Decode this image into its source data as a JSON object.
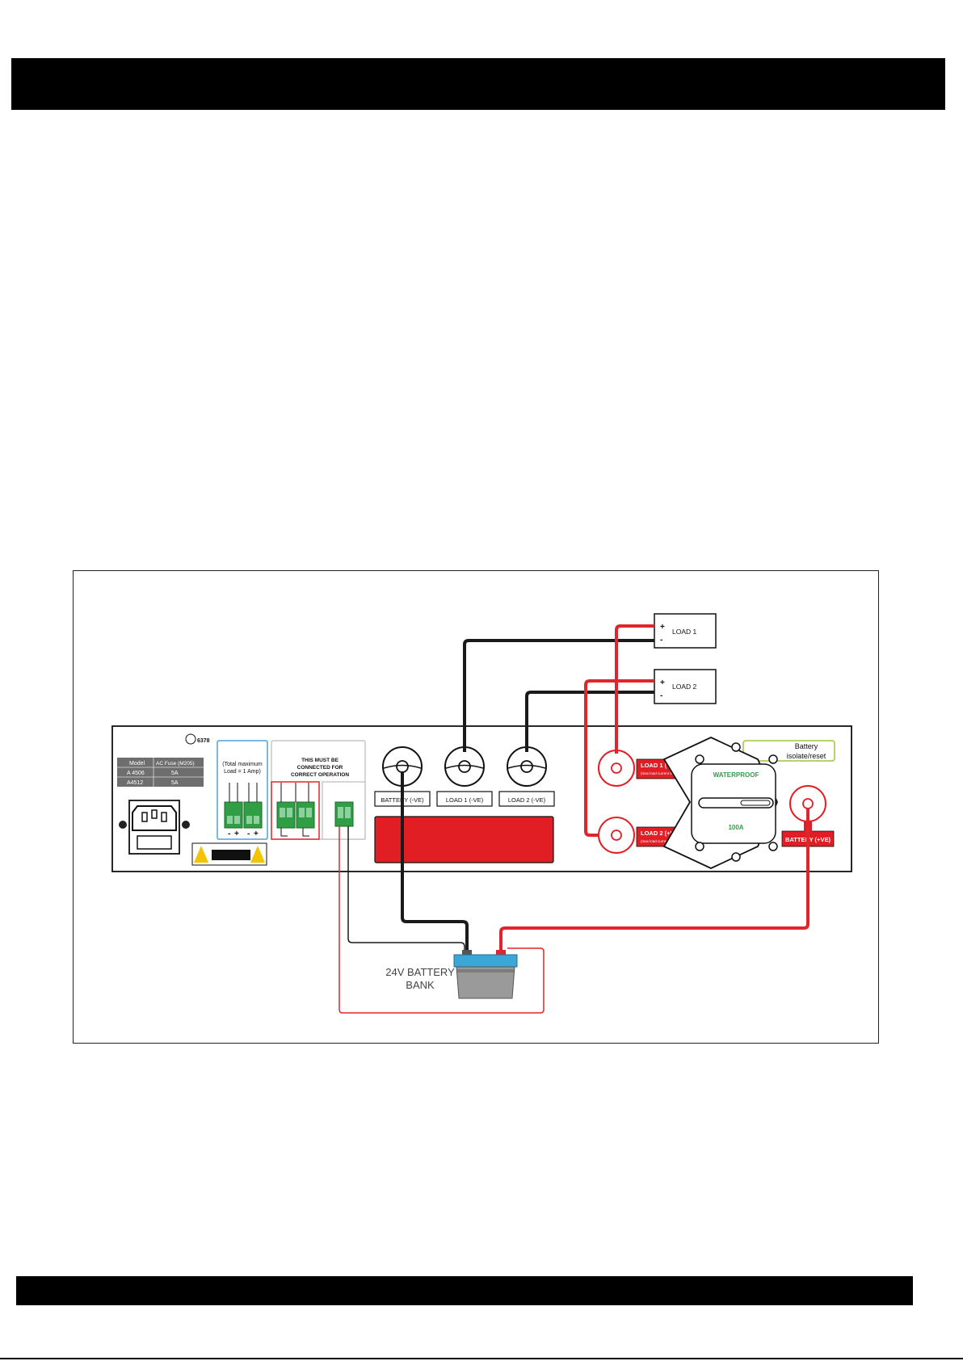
{
  "colors": {
    "wire_positive": "#e0262b",
    "wire_negative": "#1a1a1a",
    "terminal_green": "#2f9e44",
    "zone_blue": "#4aa3df",
    "zone_red": "#e0262b",
    "zone_lime": "#9bc53d",
    "battery_blue": "#3aa7d6",
    "red_panel": "#e21e25"
  },
  "loads": {
    "load1": {
      "label": "LOAD 1",
      "plus": "+",
      "minus": "-"
    },
    "load2": {
      "label": "LOAD 2",
      "plus": "+",
      "minus": "-"
    }
  },
  "panel": {
    "cert_number": "6378",
    "fuse_table": {
      "headers": [
        "Model",
        "AC Fuse (M205)"
      ],
      "rows": [
        [
          "A 4506",
          "5A"
        ],
        [
          "A4512",
          "5A"
        ]
      ]
    },
    "aux_output_label": "(Total maximum Load = 1 Amp)",
    "aux_output_polarity": [
      "-",
      "+",
      "-",
      "+"
    ],
    "must_connect_label": [
      "THIS MUST BE",
      "CONNECTED FOR",
      "CORRECT OPERATION"
    ],
    "negative_terminals": [
      {
        "label": "BATTERY (-VE)"
      },
      {
        "label": "LOAD 1 (-VE)"
      },
      {
        "label": "LOAD 2 (-VE)"
      }
    ],
    "positive_terminals": [
      {
        "label": "LOAD 1 (+VE)",
        "note": "(max load current 50A)"
      },
      {
        "label": "LOAD 2 (+VE)",
        "note": "(max load current 50A)"
      }
    ],
    "breaker": {
      "waterproof": "WATERPROOF",
      "rating": "100A"
    },
    "isolate_label": [
      "Battery",
      "isolate/reset"
    ],
    "battery_positive_label": "BATTERY (+VE)"
  },
  "battery_bank": {
    "label": [
      "24V BATTERY",
      "BANK"
    ]
  }
}
